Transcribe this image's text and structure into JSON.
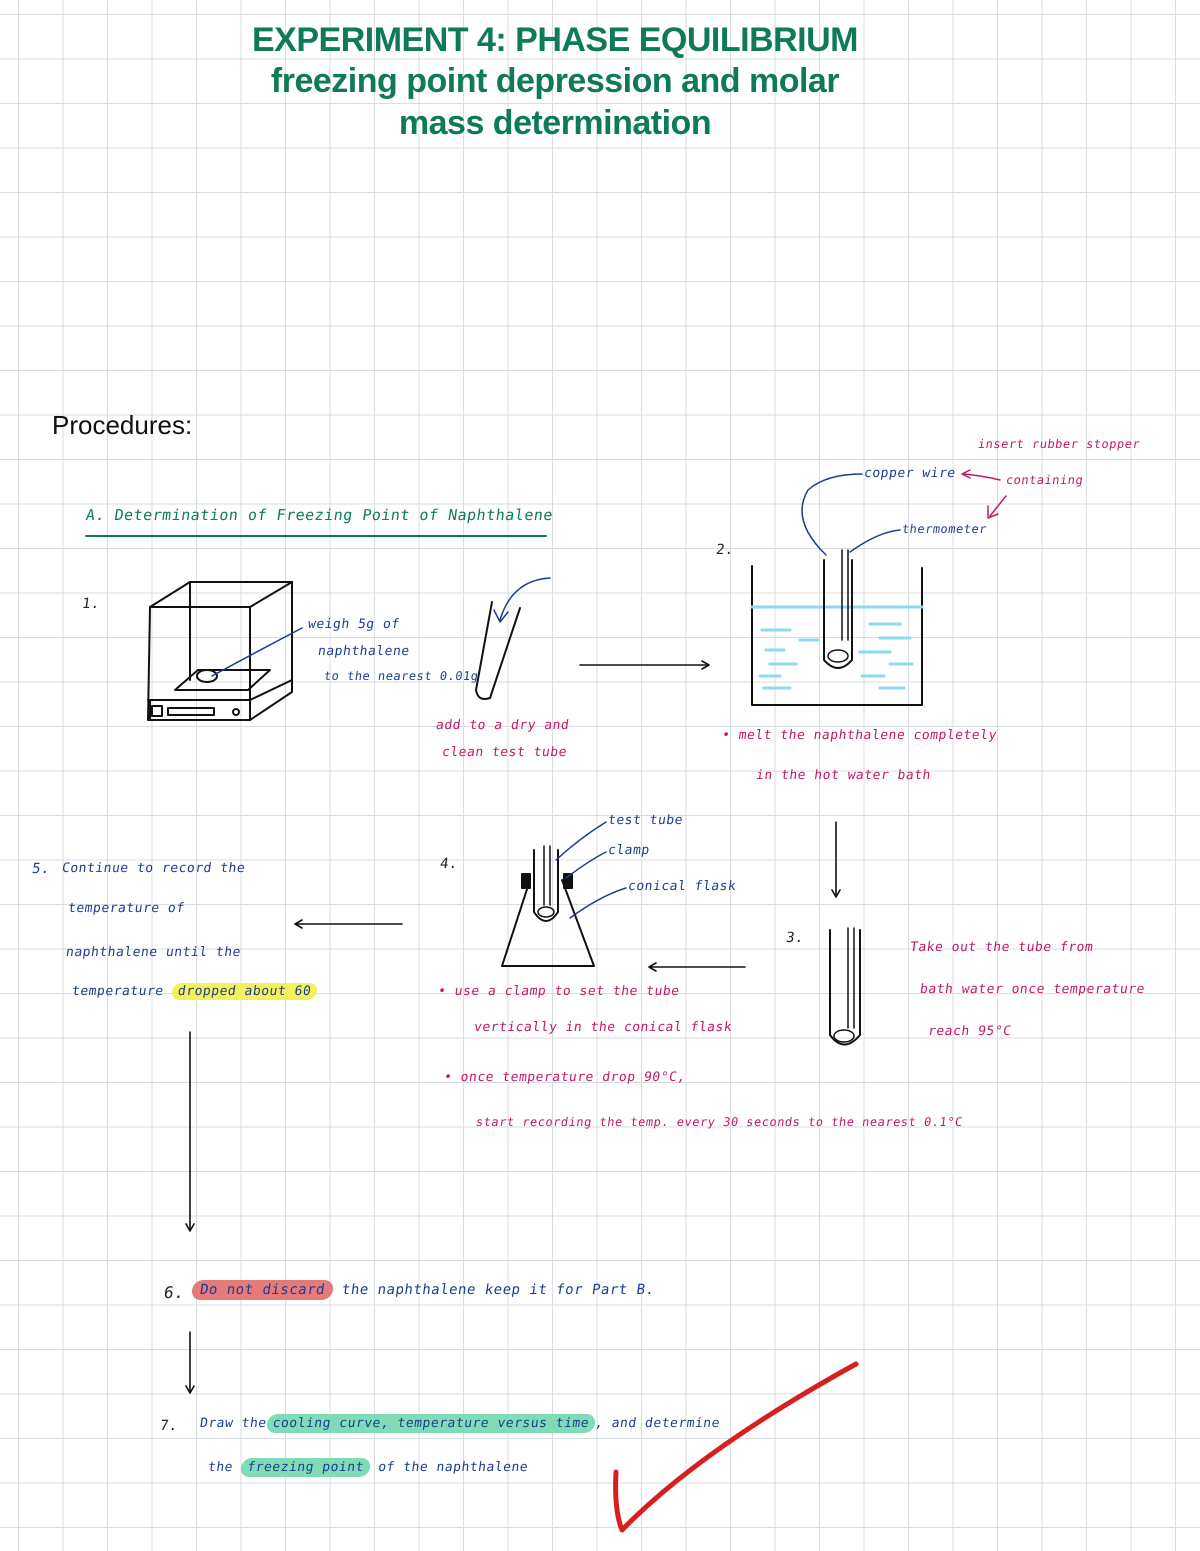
{
  "title": {
    "line1": "EXPERIMENT 4: PHASE EQUILIBRIUM",
    "line2": "freezing point depression and molar",
    "line3": "mass determination"
  },
  "procedures_heading": "Procedures:",
  "section_a": "A. Determination of Freezing Point of Naphthalene",
  "step1": {
    "num": "1.",
    "weigh_l1": "weigh 5g of",
    "weigh_l2": "naphthalene",
    "weigh_l3": "to the nearest 0.01g",
    "add_l1": "add to a dry and",
    "add_l2": "clean test tube"
  },
  "step2": {
    "num": "2.",
    "copper": "copper wire",
    "insert_l1": "insert rubber stopper",
    "insert_l2": "containing",
    "thermometer": "thermometer",
    "melt_l1": "• melt the naphthalene completely",
    "melt_l2": "in the hot water bath"
  },
  "step3": {
    "num": "3.",
    "take_l1": "Take out the tube from",
    "take_l2": "bath water once temperature",
    "take_l3": "reach 95°C"
  },
  "step4": {
    "num": "4.",
    "test_tube": "test tube",
    "clamp": "clamp",
    "conical": "conical flask",
    "use_l1": "• use a clamp to set the tube",
    "use_l2": "vertically in the conical flask",
    "once_l1": "• once temperature drop 90°C,",
    "once_l2": "start recording the temp. every 30 seconds to the nearest 0.1°C"
  },
  "step5": {
    "num": "5.",
    "l1": "Continue to record the",
    "l2": "temperature of",
    "l3": "naphthalene until the",
    "l4_pre": "temperature",
    "l4_hl": "dropped about 60"
  },
  "step6": {
    "num": "6.",
    "hl": "Do not discard",
    "rest": "the naphthalene keep it for Part B."
  },
  "step7": {
    "num": "7.",
    "l1_pre": "Draw the",
    "l1_hl": "cooling curve, temperature versus time",
    "l1_post": ", and determine",
    "l2_pre": "the",
    "l2_hl": "freezing point",
    "l2_post": "of the naphthalene"
  },
  "colors": {
    "title": "#0f7a5a",
    "blue_ink": "#1e3d8f",
    "magenta_ink": "#c2186b",
    "water": "#8fd8ef",
    "check": "#d62020"
  },
  "icons": [
    "balance-icon",
    "test-tube-icon",
    "water-bath-icon",
    "conical-flask-icon",
    "checkmark-icon"
  ]
}
